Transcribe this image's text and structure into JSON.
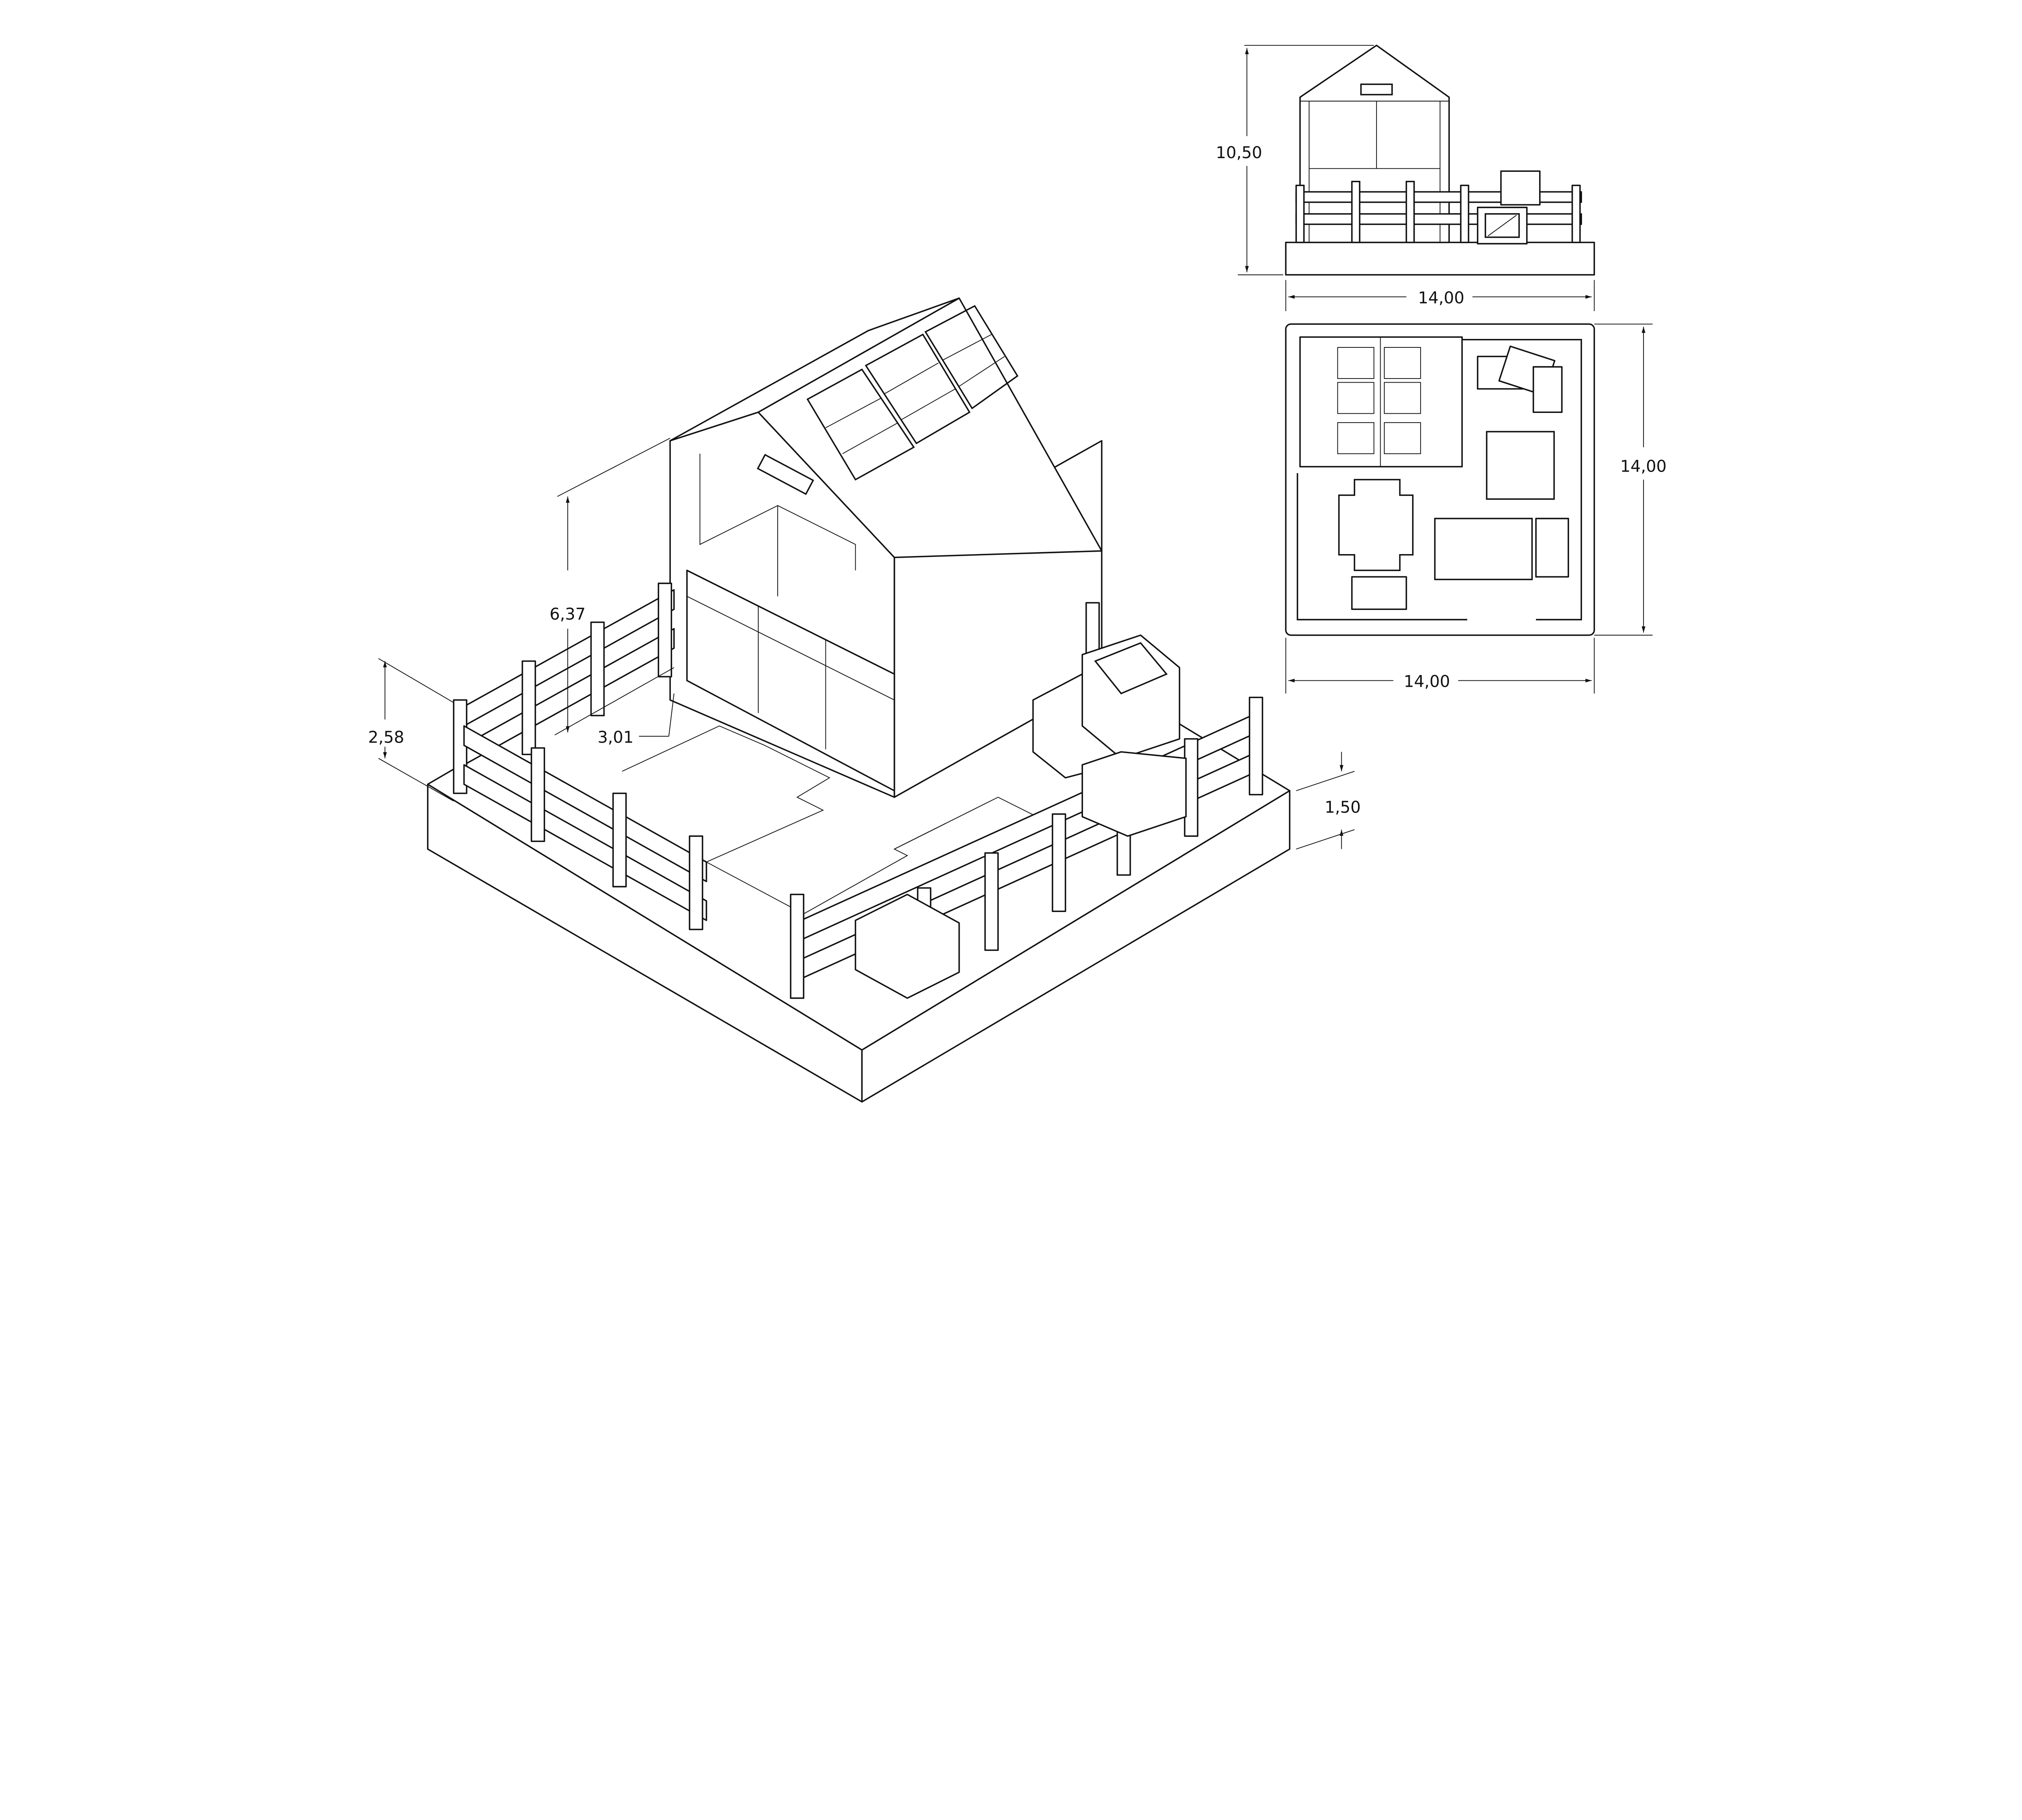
{
  "dimensions": {
    "front_height": "10,50",
    "front_width": "14,00",
    "top_depth": "14,00",
    "top_width": "14,00",
    "iso_house_height": "6,37",
    "iso_fence_offset": "3,01",
    "iso_fence_height": "2,58",
    "iso_base_thickness": "1,50"
  },
  "colors": {
    "line": "#111111",
    "background": "#ffffff"
  }
}
